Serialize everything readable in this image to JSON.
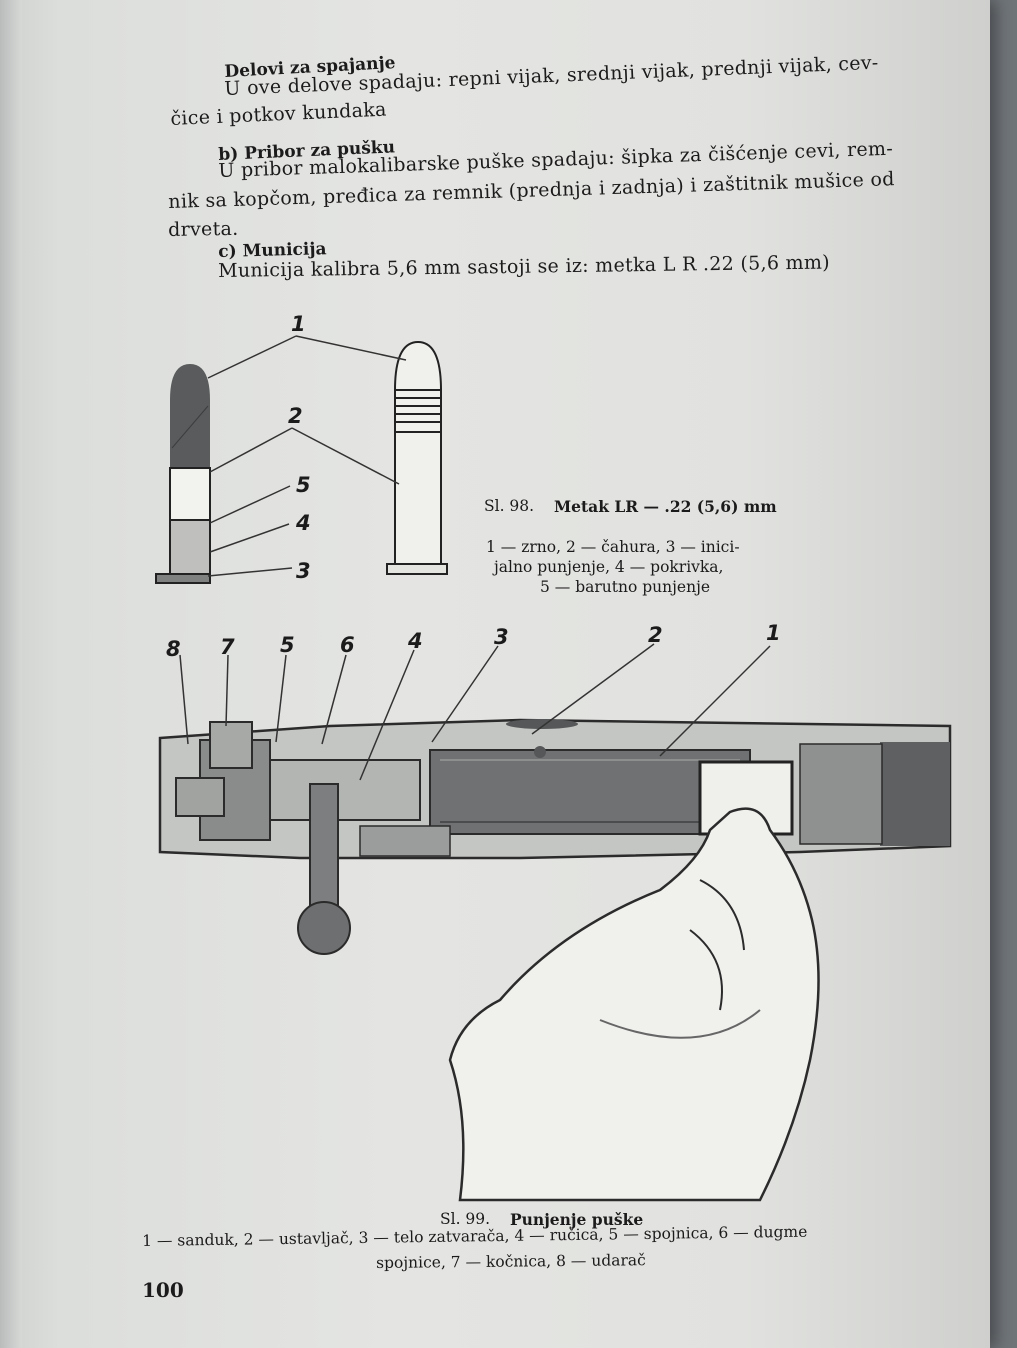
{
  "sections": {
    "s1": {
      "heading": "Delovi za spajanje",
      "lines": [
        "U ove delove spadaju: repni vijak, srednji vijak, prednji vijak, cev-",
        "čice i potkov kundaka"
      ]
    },
    "s2": {
      "heading": "b) Pribor za pušku",
      "lines": [
        "U pribor malokalibarske puške spadaju: šipka za čišćenje cevi, rem-",
        "nik sa kopčom, pređica za remnik (prednja i zadnja) i zaštitnik mušice od",
        "drveta."
      ]
    },
    "s3": {
      "heading": "c) Municija",
      "lines": [
        "Municija kalibra 5,6 mm sastoji se iz: metka L R .22 (5,6 mm)"
      ]
    }
  },
  "figure98": {
    "labels": [
      "1",
      "2",
      "5",
      "4",
      "3"
    ],
    "caption_prefix": "Sl. 98.",
    "caption_title": "Metak LR — .22 (5,6) mm",
    "legend": [
      "1 — zrno, 2 — čahura, 3 — inici-",
      "jalno punjenje, 4 — pokrivka,",
      "5 — barutno punjenje"
    ]
  },
  "figure99": {
    "labels": [
      "8",
      "7",
      "5",
      "6",
      "4",
      "3",
      "2",
      "1"
    ],
    "caption_prefix": "Sl. 99.",
    "caption_title": "Punjenje puške",
    "legend": [
      "1 — sanduk, 2 — ustavljač, 3 — telo zatvarača, 4 — ručica, 5 — spojnica, 6 — dugme",
      "spojnice, 7 — kočnica, 8 — udarač"
    ]
  },
  "page_number": "100",
  "colors": {
    "paper": "#e2e3e0",
    "ink": "#1b1b1b"
  }
}
